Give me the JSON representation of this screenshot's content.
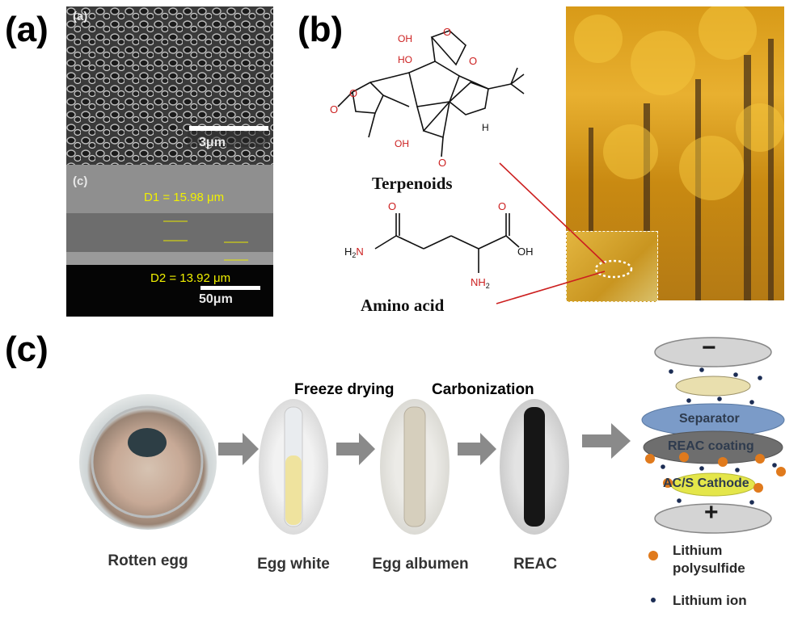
{
  "panel_labels": {
    "a": "(a)",
    "b": "(b)",
    "c": "(c)"
  },
  "sem_top": {
    "label": "(a)",
    "scale": "3μm"
  },
  "sem_bottom": {
    "label": "(c)",
    "d1": "D1 = 15.98 μm",
    "d2": "D2 = 13.92 μm",
    "scale": "50μm"
  },
  "molecules": {
    "terpenoid_name": "Terpenoids",
    "amino_name": "Amino acid",
    "atoms": {
      "oh": "OH",
      "ho": "HO",
      "h": "H",
      "o": "O",
      "nh2": "NH",
      "sub2": "2",
      "h2n_h": "H",
      "h2n_2": "2",
      "h2n_n": "N"
    }
  },
  "process": {
    "freeze": "Freeze drying",
    "carbon": "Carbonization"
  },
  "steps": [
    "Rotten egg",
    "Egg white",
    "Egg albumen",
    "REAC"
  ],
  "battery": {
    "minus": "−",
    "plus": "+",
    "separator": "Separator",
    "coating": "REAC coating",
    "cathode": "AC/S Cathode"
  },
  "legend": {
    "polysulfide_line1": "Lithium",
    "polysulfide_line2": "polysulfide",
    "ion": "Lithium ion"
  },
  "colors": {
    "polysulfide": "#e07a1c",
    "ion": "#1c2d54",
    "separator": "#6f93c4",
    "cathode": "#e6e84a",
    "arrow": "#8a8a8a",
    "red_line": "#cc1f1f"
  }
}
